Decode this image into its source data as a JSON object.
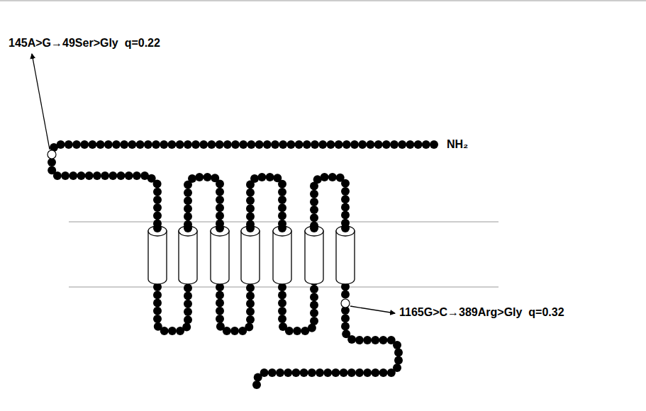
{
  "diagram": {
    "labels": [
      "145A>G→49Ser>Gly  q=0.22",
      "NH₂",
      "1165G>C→389Arg>Gly  q=0.32"
    ]
  }
}
